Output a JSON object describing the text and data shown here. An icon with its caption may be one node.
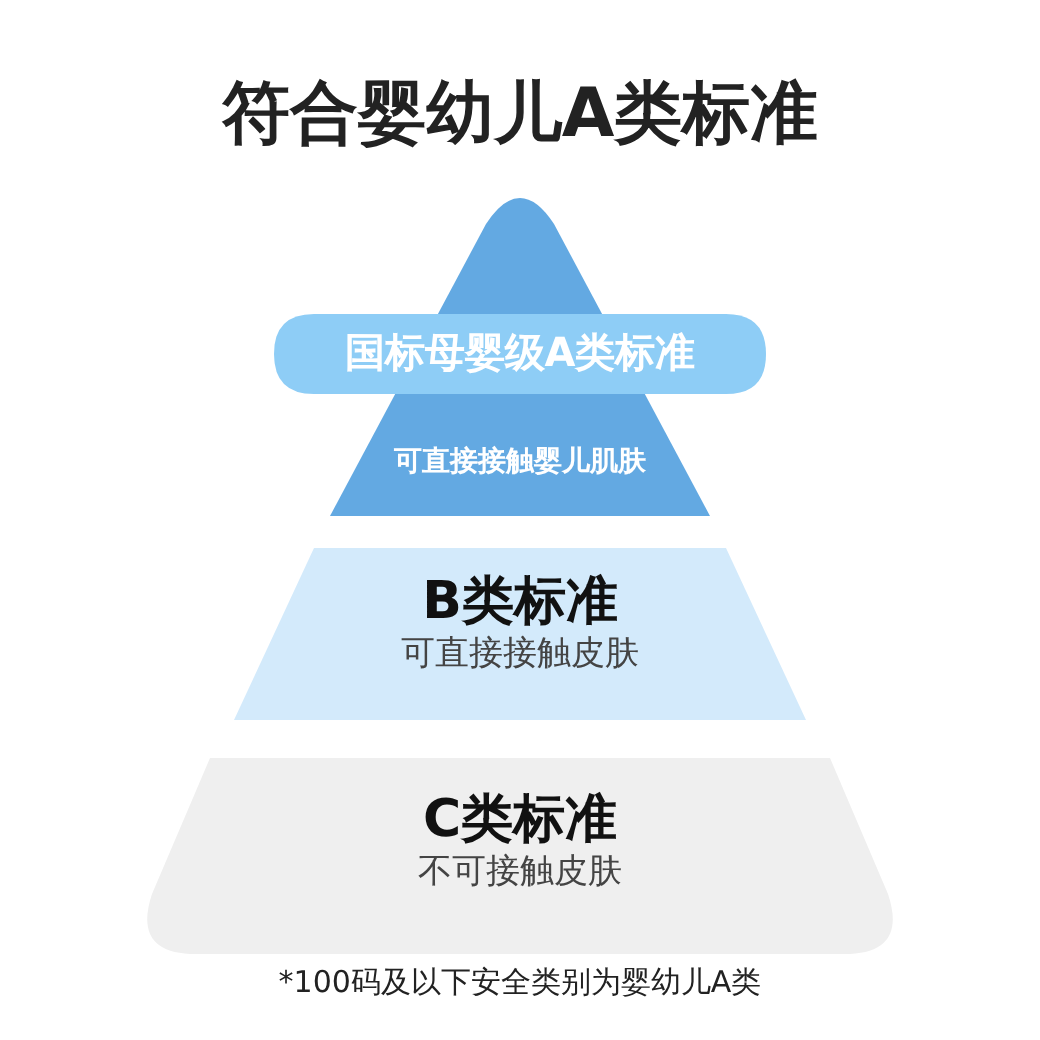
{
  "diagram": {
    "title": "符合婴幼儿A类标准",
    "nodes": [
      {
        "text": [
          "可直接接触婴儿肌肤"
        ]
      },
      {
        "text": [
          "国标母婴级A类标准"
        ]
      },
      {
        "text": [
          "B类标准",
          "可直接接触皮肤"
        ]
      },
      {
        "text": [
          "C类标准",
          "不可接触皮肤"
        ]
      }
    ],
    "caption": "*100码及以下安全类别为婴幼儿A类"
  }
}
